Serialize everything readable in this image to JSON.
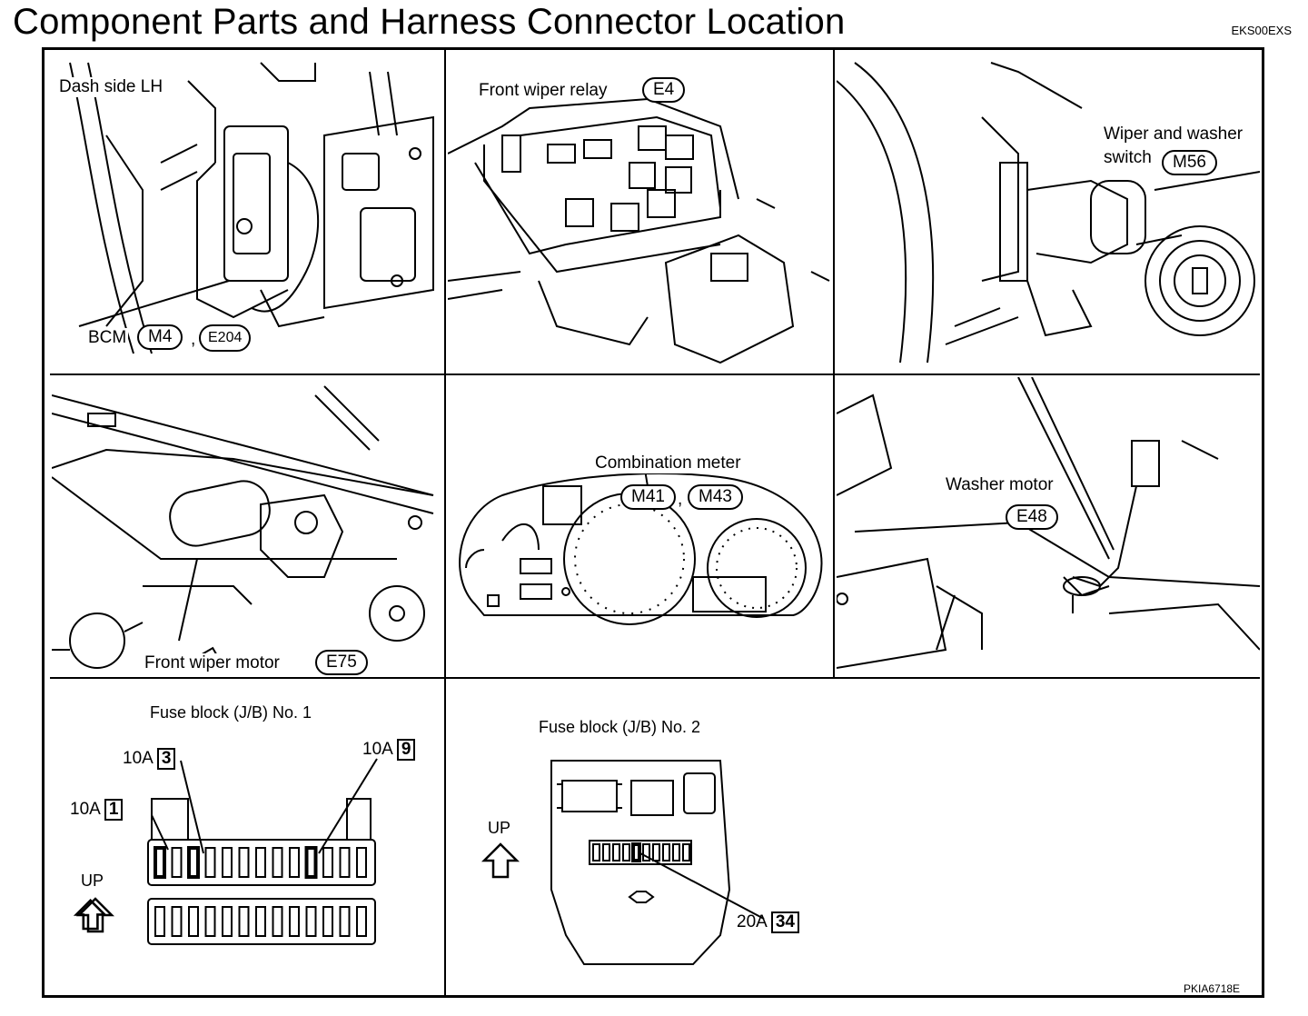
{
  "title": "Component Parts and Harness Connector Location",
  "doc_code": "EKS00EXS",
  "figure_code": "PKIA6718E",
  "panels": {
    "dash": {
      "label": "Dash side LH",
      "bcm_label": "BCM",
      "conn1": "M4",
      "conn2": "E204"
    },
    "relay": {
      "label": "Front wiper relay",
      "conn": "E4"
    },
    "switch": {
      "label_line1": "Wiper and washer",
      "label_line2": "switch",
      "conn": "M56"
    },
    "motor": {
      "label": "Front wiper motor",
      "conn": "E75"
    },
    "meter": {
      "label": "Combination meter",
      "conn1": "M41",
      "conn2": "M43"
    },
    "washer": {
      "label": "Washer motor",
      "conn": "E48"
    },
    "fuse1": {
      "title": "Fuse block (J/B) No. 1",
      "fuses": [
        {
          "amp": "10A",
          "num": "1"
        },
        {
          "amp": "10A",
          "num": "3"
        },
        {
          "amp": "10A",
          "num": "9"
        }
      ],
      "up": "UP"
    },
    "fuse2": {
      "title": "Fuse block (J/B) No. 2",
      "fuse": {
        "amp": "20A",
        "num": "34"
      },
      "up": "UP"
    }
  }
}
